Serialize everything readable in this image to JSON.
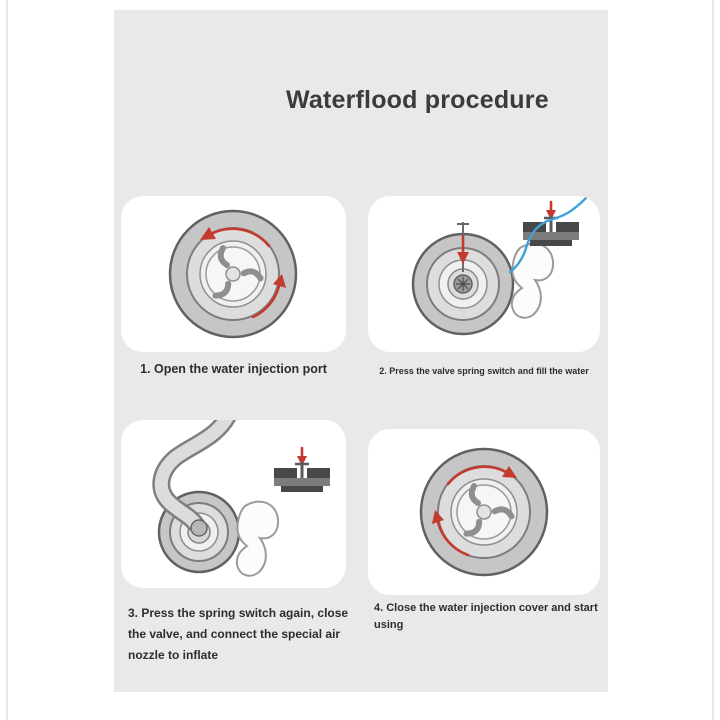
{
  "title": "Waterflood procedure",
  "steps": [
    {
      "lines": [
        "1. Open the water injection port"
      ]
    },
    {
      "lines": [
        "2. Press the valve spring switch and fill the water"
      ]
    },
    {
      "lines": [
        "3. Press the spring switch again, close",
        "the valve, and connect the special air",
        "nozzle to inflate"
      ]
    },
    {
      "lines": [
        "4. Close the water injection cover and start",
        "using"
      ]
    }
  ],
  "colors": {
    "page_bg": "#ffffff",
    "panel_bg": "#e9e9e9",
    "card_bg": "#ffffff",
    "title_color": "#3b3b3b",
    "caption_color": "#2d2d2d",
    "arrow_red": "#c23b2e",
    "water_blue": "#3ea2d8",
    "wheel_outline": "#616161",
    "wheel_tire": "#c6c6c6",
    "wheel_rim": "#dddddd",
    "wheel_hub": "#f0f0f0",
    "valve_dark": "#474747",
    "valve_mid": "#7c7c7c"
  }
}
